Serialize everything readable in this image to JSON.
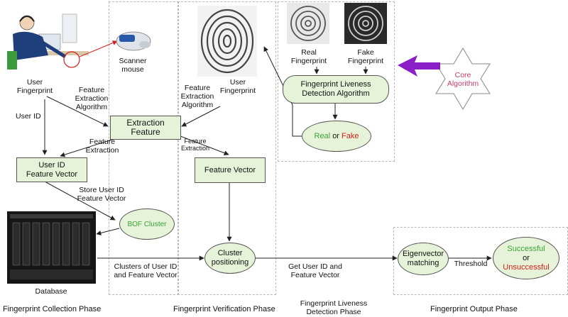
{
  "labels": {
    "user_fingerprint": "User\nFingerprint",
    "scanner_mouse": "Scanner\nmouse",
    "feature_extraction_algorithm_1": "Feature\nExtraction\nAlgorithm",
    "user_id": "User ID",
    "feature_extraction_1": "Feature\nExtraction",
    "store_user_id": "Store User ID\nFeature Vector",
    "database": "Database",
    "clusters": "Clusters of User ID\nand Feature Vector",
    "feature_extraction_algorithm_2": "Feature\nExtraction\nAlgorithm",
    "user_fingerprint_2": "User\nFingerprint",
    "feature_extraction_2": "Feature\nExtraction",
    "get_user_id": "Get User ID and\nFeature Vector",
    "real_fingerprint": "Real\nFingerprint",
    "fake_fingerprint": "Fake\nFingerprint",
    "threshold": "Threshold"
  },
  "boxes": {
    "extraction_feature": "Extraction\nFeature",
    "user_id_feature_vector": "User ID\nFeature Vector",
    "feature_vector": "Feature Vector",
    "liveness_algorithm": "Fingerprint Liveness\nDetection Algorithm",
    "bof_cluster": "BOF Cluster",
    "cluster_positioning": "Cluster\npositioning",
    "eigenvector_matching": "Eigenvector\nmatching",
    "real_word": "Real",
    "or_word": "or",
    "fake_word": "Fake",
    "successful": "Successful",
    "or_word_2": "or",
    "unsuccessful": "Unsuccessful",
    "core_top": "Core",
    "core_bottom": "Algorithm"
  },
  "phases": {
    "collection": "Fingerprint Collection Phase",
    "verification": "Fingerprint Verification Phase",
    "liveness": "Fingerprint Liveness\nDetection Phase",
    "output": "Fingerprint Output Phase"
  },
  "colors": {
    "box_fill": "#e6f3d8",
    "green_text": "#3aa23a",
    "red_text": "#d42020",
    "arrow_purple": "#8a1fc7",
    "star_text": "#c33a6a"
  }
}
